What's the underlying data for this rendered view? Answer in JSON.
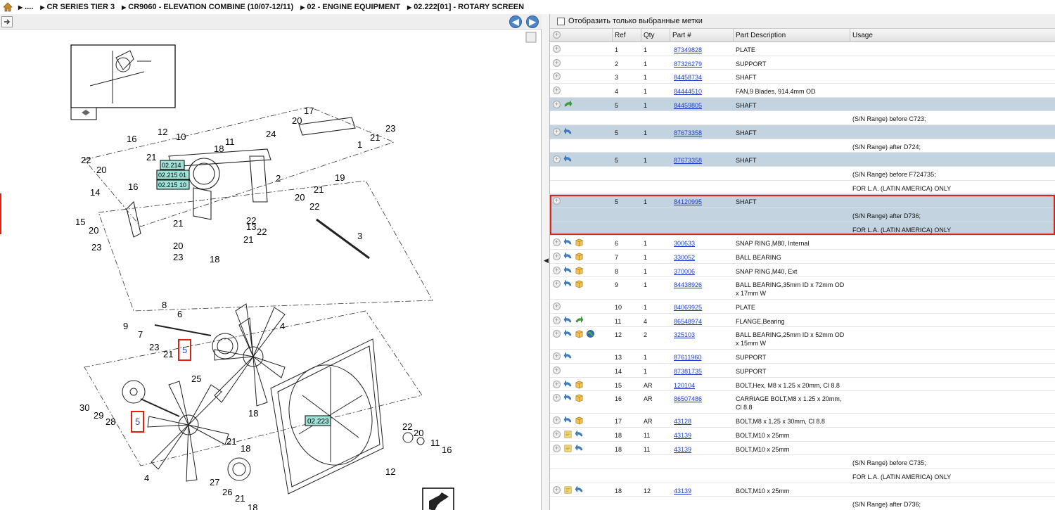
{
  "breadcrumb": {
    "items": [
      "....",
      "CR SERIES TIER 3",
      "CR9060 - ELEVATION COMBINE (10/07-12/11)",
      "02 - ENGINE EQUIPMENT",
      "02.222[01] - ROTARY SCREEN"
    ]
  },
  "colors": {
    "accent": "#4d86c8",
    "row_shade": "#c3d3e0",
    "link": "#1a3ccf",
    "highlight_red": "#d21111",
    "callout_fill": "#9fe3d8"
  },
  "drawing": {
    "callouts": [
      "02.214",
      "02.215 01",
      "02.215 10",
      "02.223"
    ],
    "highlighted_ref": "5",
    "labels": [
      "17",
      "20",
      "23",
      "24",
      "21",
      "1",
      "12",
      "10",
      "16",
      "11",
      "18",
      "21",
      "22",
      "20",
      "2",
      "19",
      "14",
      "16",
      "21",
      "20",
      "22",
      "15",
      "20",
      "22",
      "13",
      "21",
      "23",
      "20",
      "22",
      "21",
      "23",
      "18",
      "3",
      "9",
      "8",
      "6",
      "7",
      "4",
      "23",
      "21",
      "25",
      "30",
      "29",
      "28",
      "18",
      "4",
      "21",
      "18",
      "27",
      "26",
      "21",
      "18",
      "22",
      "20",
      "11",
      "16",
      "12"
    ]
  },
  "filter": {
    "label": "Отобразить только выбранные метки"
  },
  "grid": {
    "columns": [
      "Ref",
      "Qty",
      "Part #",
      "Part Description",
      "Usage"
    ],
    "rows": [
      {
        "ref": "1",
        "qty": "1",
        "part": "87349828",
        "desc": "PLATE",
        "usage": "",
        "icons": [],
        "shade": false,
        "tall": false
      },
      {
        "ref": "2",
        "qty": "1",
        "part": "87326279",
        "desc": "SUPPORT",
        "usage": "",
        "icons": [],
        "shade": false,
        "tall": false
      },
      {
        "ref": "3",
        "qty": "1",
        "part": "84458734",
        "desc": "SHAFT",
        "usage": "",
        "icons": [],
        "shade": false,
        "tall": false
      },
      {
        "ref": "4",
        "qty": "1",
        "part": "84444510",
        "desc": "FAN,9 Blades, 914.4mm OD",
        "usage": "",
        "icons": [],
        "shade": false,
        "tall": false
      },
      {
        "ref": "5",
        "qty": "1",
        "part": "84459805",
        "desc": "SHAFT",
        "usage": "",
        "icons": [
          "green-arrow-icon"
        ],
        "shade": true,
        "tall": false
      },
      {
        "ref": "",
        "qty": "",
        "part": "",
        "desc": "",
        "usage": "(S/N Range) before C723;",
        "icons": [],
        "shade": false,
        "tall": false
      },
      {
        "ref": "5",
        "qty": "1",
        "part": "87673358",
        "desc": "SHAFT",
        "usage": "",
        "icons": [
          "blue-arrow-icon"
        ],
        "shade": true,
        "tall": false
      },
      {
        "ref": "",
        "qty": "",
        "part": "",
        "desc": "",
        "usage": "(S/N Range) after D724;",
        "icons": [],
        "shade": false,
        "tall": false
      },
      {
        "ref": "5",
        "qty": "1",
        "part": "87673358",
        "desc": "SHAFT",
        "usage": "",
        "icons": [
          "blue-arrow-icon"
        ],
        "shade": true,
        "tall": false
      },
      {
        "ref": "",
        "qty": "",
        "part": "",
        "desc": "",
        "usage": "(S/N Range) before F724735;",
        "icons": [],
        "shade": false,
        "tall": false
      },
      {
        "ref": "",
        "qty": "",
        "part": "",
        "desc": "",
        "usage": "FOR L.A. (LATIN AMERICA) ONLY",
        "icons": [],
        "shade": false,
        "tall": false
      },
      {
        "ref": "5",
        "qty": "1",
        "part": "84120995",
        "desc": "SHAFT",
        "usage": "",
        "icons": [],
        "shade": true,
        "tall": false
      },
      {
        "ref": "",
        "qty": "",
        "part": "",
        "desc": "",
        "usage": "(S/N Range) after D736;",
        "icons": [],
        "shade": true,
        "tall": false
      },
      {
        "ref": "",
        "qty": "",
        "part": "",
        "desc": "",
        "usage": "FOR L.A. (LATIN AMERICA) ONLY",
        "icons": [],
        "shade": true,
        "tall": false
      },
      {
        "ref": "6",
        "qty": "1",
        "part": "300633",
        "desc": "SNAP RING,M80, Internal",
        "usage": "",
        "icons": [
          "blue-arrow-icon",
          "box-icon"
        ],
        "shade": false,
        "tall": false
      },
      {
        "ref": "7",
        "qty": "1",
        "part": "330052",
        "desc": "BALL BEARING",
        "usage": "",
        "icons": [
          "blue-arrow-icon",
          "box-icon"
        ],
        "shade": false,
        "tall": false
      },
      {
        "ref": "8",
        "qty": "1",
        "part": "370006",
        "desc": "SNAP RING,M40, Ext",
        "usage": "",
        "icons": [
          "blue-arrow-icon",
          "box-icon"
        ],
        "shade": false,
        "tall": false
      },
      {
        "ref": "9",
        "qty": "1",
        "part": "84438926",
        "desc": "BALL BEARING,35mm ID x 72mm OD x 17mm W",
        "usage": "",
        "icons": [
          "blue-arrow-icon",
          "box-icon"
        ],
        "shade": false,
        "tall": true
      },
      {
        "ref": "10",
        "qty": "1",
        "part": "84069925",
        "desc": "PLATE",
        "usage": "",
        "icons": [],
        "shade": false,
        "tall": false
      },
      {
        "ref": "11",
        "qty": "4",
        "part": "86548974",
        "desc": "FLANGE,Bearing",
        "usage": "",
        "icons": [
          "blue-arrow-icon",
          "green-arrow-icon"
        ],
        "shade": false,
        "tall": false
      },
      {
        "ref": "12",
        "qty": "2",
        "part": "325103",
        "desc": "BALL BEARING,25mm ID x 52mm OD x 15mm W",
        "usage": "",
        "icons": [
          "blue-arrow-icon",
          "box-icon",
          "globe-icon"
        ],
        "shade": false,
        "tall": true
      },
      {
        "ref": "13",
        "qty": "1",
        "part": "87611960",
        "desc": "SUPPORT",
        "usage": "",
        "icons": [
          "blue-arrow-icon"
        ],
        "shade": false,
        "tall": false
      },
      {
        "ref": "14",
        "qty": "1",
        "part": "87381735",
        "desc": "SUPPORT",
        "usage": "",
        "icons": [],
        "shade": false,
        "tall": false
      },
      {
        "ref": "15",
        "qty": "AR",
        "part": "120104",
        "desc": "BOLT,Hex, M8 x 1.25 x 20mm, Cl 8.8",
        "usage": "",
        "icons": [
          "blue-arrow-icon",
          "box-icon"
        ],
        "shade": false,
        "tall": false
      },
      {
        "ref": "16",
        "qty": "AR",
        "part": "86507486",
        "desc": "CARRIAGE BOLT,M8 x 1.25 x 20mm, Cl 8.8",
        "usage": "",
        "icons": [
          "blue-arrow-icon",
          "box-icon"
        ],
        "shade": false,
        "tall": true
      },
      {
        "ref": "17",
        "qty": "AR",
        "part": "43128",
        "desc": "BOLT,M8 x 1.25 x 30mm, Cl 8.8",
        "usage": "",
        "icons": [
          "blue-arrow-icon",
          "box-icon"
        ],
        "shade": false,
        "tall": false
      },
      {
        "ref": "18",
        "qty": "11",
        "part": "43139",
        "desc": "BOLT,M10 x 25mm",
        "usage": "",
        "icons": [
          "note-icon",
          "blue-arrow-icon"
        ],
        "shade": false,
        "tall": false
      },
      {
        "ref": "18",
        "qty": "11",
        "part": "43139",
        "desc": "BOLT,M10 x 25mm",
        "usage": "",
        "icons": [
          "note-icon",
          "blue-arrow-icon"
        ],
        "shade": false,
        "tall": false
      },
      {
        "ref": "",
        "qty": "",
        "part": "",
        "desc": "",
        "usage": "(S/N Range) before C735;",
        "icons": [],
        "shade": false,
        "tall": false
      },
      {
        "ref": "",
        "qty": "",
        "part": "",
        "desc": "",
        "usage": "FOR L.A. (LATIN AMERICA) ONLY",
        "icons": [],
        "shade": false,
        "tall": false
      },
      {
        "ref": "18",
        "qty": "12",
        "part": "43139",
        "desc": "BOLT,M10 x 25mm",
        "usage": "",
        "icons": [
          "note-icon",
          "blue-arrow-icon"
        ],
        "shade": false,
        "tall": false
      },
      {
        "ref": "",
        "qty": "",
        "part": "",
        "desc": "",
        "usage": "(S/N Range) after D736;",
        "icons": [],
        "shade": false,
        "tall": false
      }
    ]
  }
}
